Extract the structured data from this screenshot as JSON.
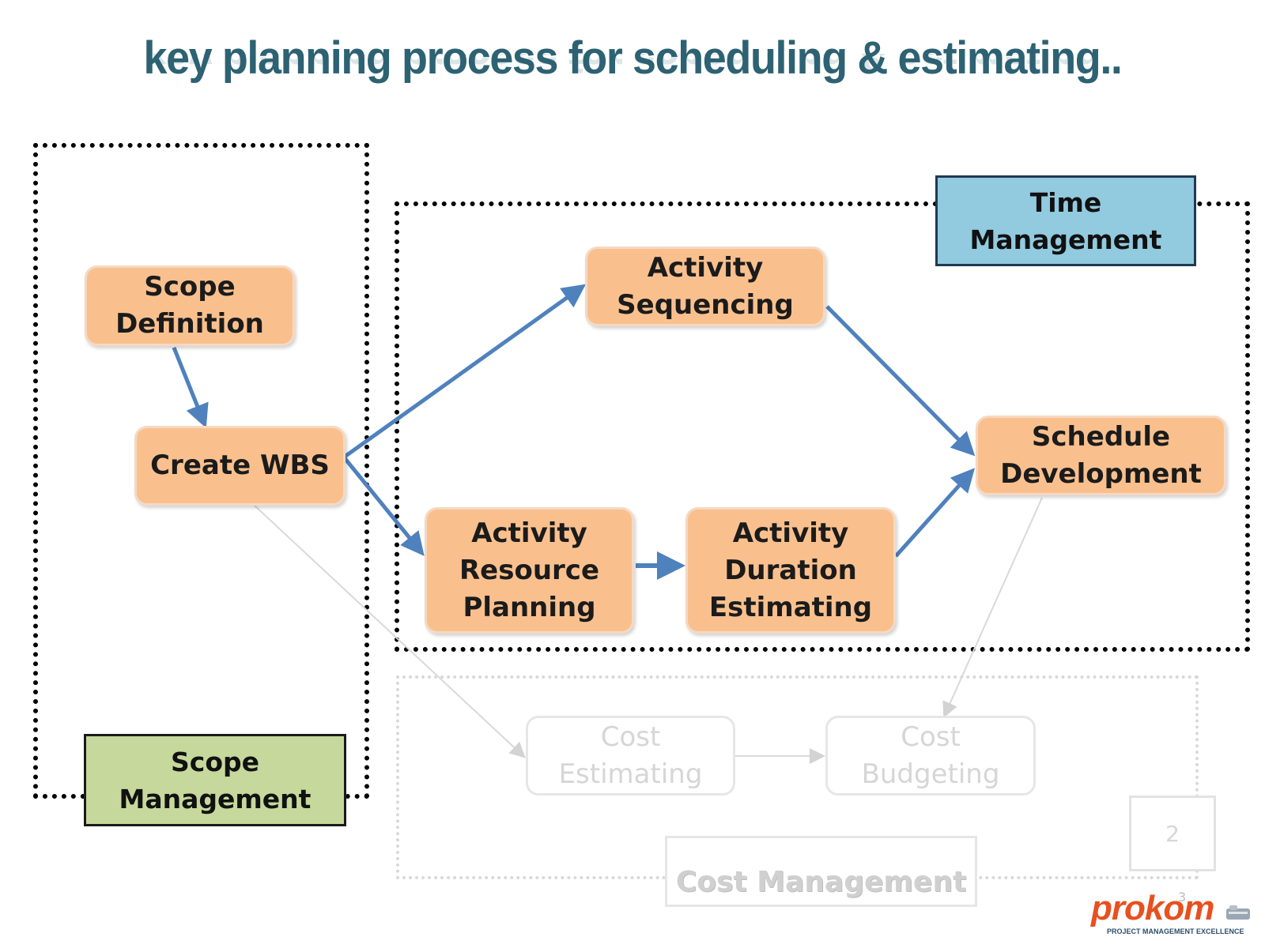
{
  "title": "key planning process for scheduling & estimating..",
  "regions": {
    "scope": {
      "label": "Scope\nManagement"
    },
    "time": {
      "label": "Time\nManagement"
    },
    "cost": {
      "label": "Cost Management"
    }
  },
  "processes": {
    "scope_definition": "Scope\nDefinition",
    "create_wbs": "Create WBS",
    "activity_sequencing": "Activity\nSequencing",
    "activity_resource_planning": "Activity\nResource\nPlanning",
    "activity_duration_estimating": "Activity\nDuration\nEstimating",
    "schedule_development": "Schedule\nDevelopment",
    "cost_estimating": "Cost\nEstimating",
    "cost_budgeting": "Cost\nBudgeting"
  },
  "page_number": "2",
  "stray_mark": "3",
  "logo": {
    "name": "prokom",
    "tagline": "PROJECT MANAGEMENT EXCELLENCE"
  },
  "colors": {
    "title": "#2d6273",
    "process_fill": "#f9c08e",
    "arrow": "#4f81bd",
    "time_label": "#92cadf",
    "scope_label": "#c6d89b",
    "faded": "#d9d9d9",
    "logo": "#e8501f"
  }
}
